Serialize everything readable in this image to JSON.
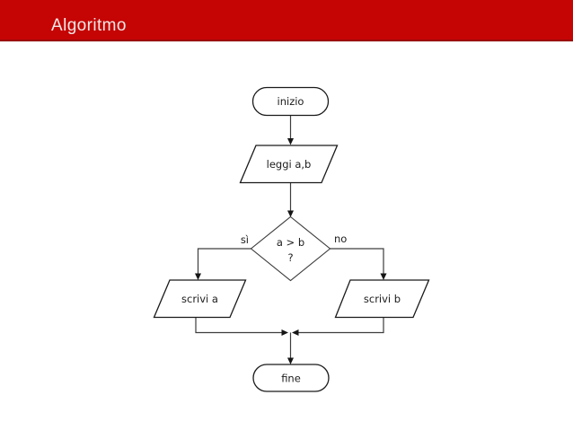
{
  "header": {
    "title": "Algoritmo",
    "background_color": "#c50404",
    "border_color": "#9b0c0c",
    "title_color": "#f2e9e9"
  },
  "flowchart": {
    "shape_fill": "#ffffff",
    "shape_outline_color": "#1a1a1a",
    "edge_color": "#3d3d3d",
    "text_color": "#1c1c1c",
    "nodes": {
      "start": {
        "type": "terminator",
        "label": "inizio"
      },
      "read_input": {
        "type": "input-output",
        "label": "leggi a,b"
      },
      "decision": {
        "type": "decision",
        "label_line1": "a > b",
        "label_line2": "?"
      },
      "write_a": {
        "type": "input-output",
        "label": "scrivi a"
      },
      "write_b": {
        "type": "input-output",
        "label": "scrivi b"
      },
      "end": {
        "type": "terminator",
        "label": "fine"
      }
    },
    "branch_labels": {
      "yes": "sì",
      "no": "no"
    }
  }
}
